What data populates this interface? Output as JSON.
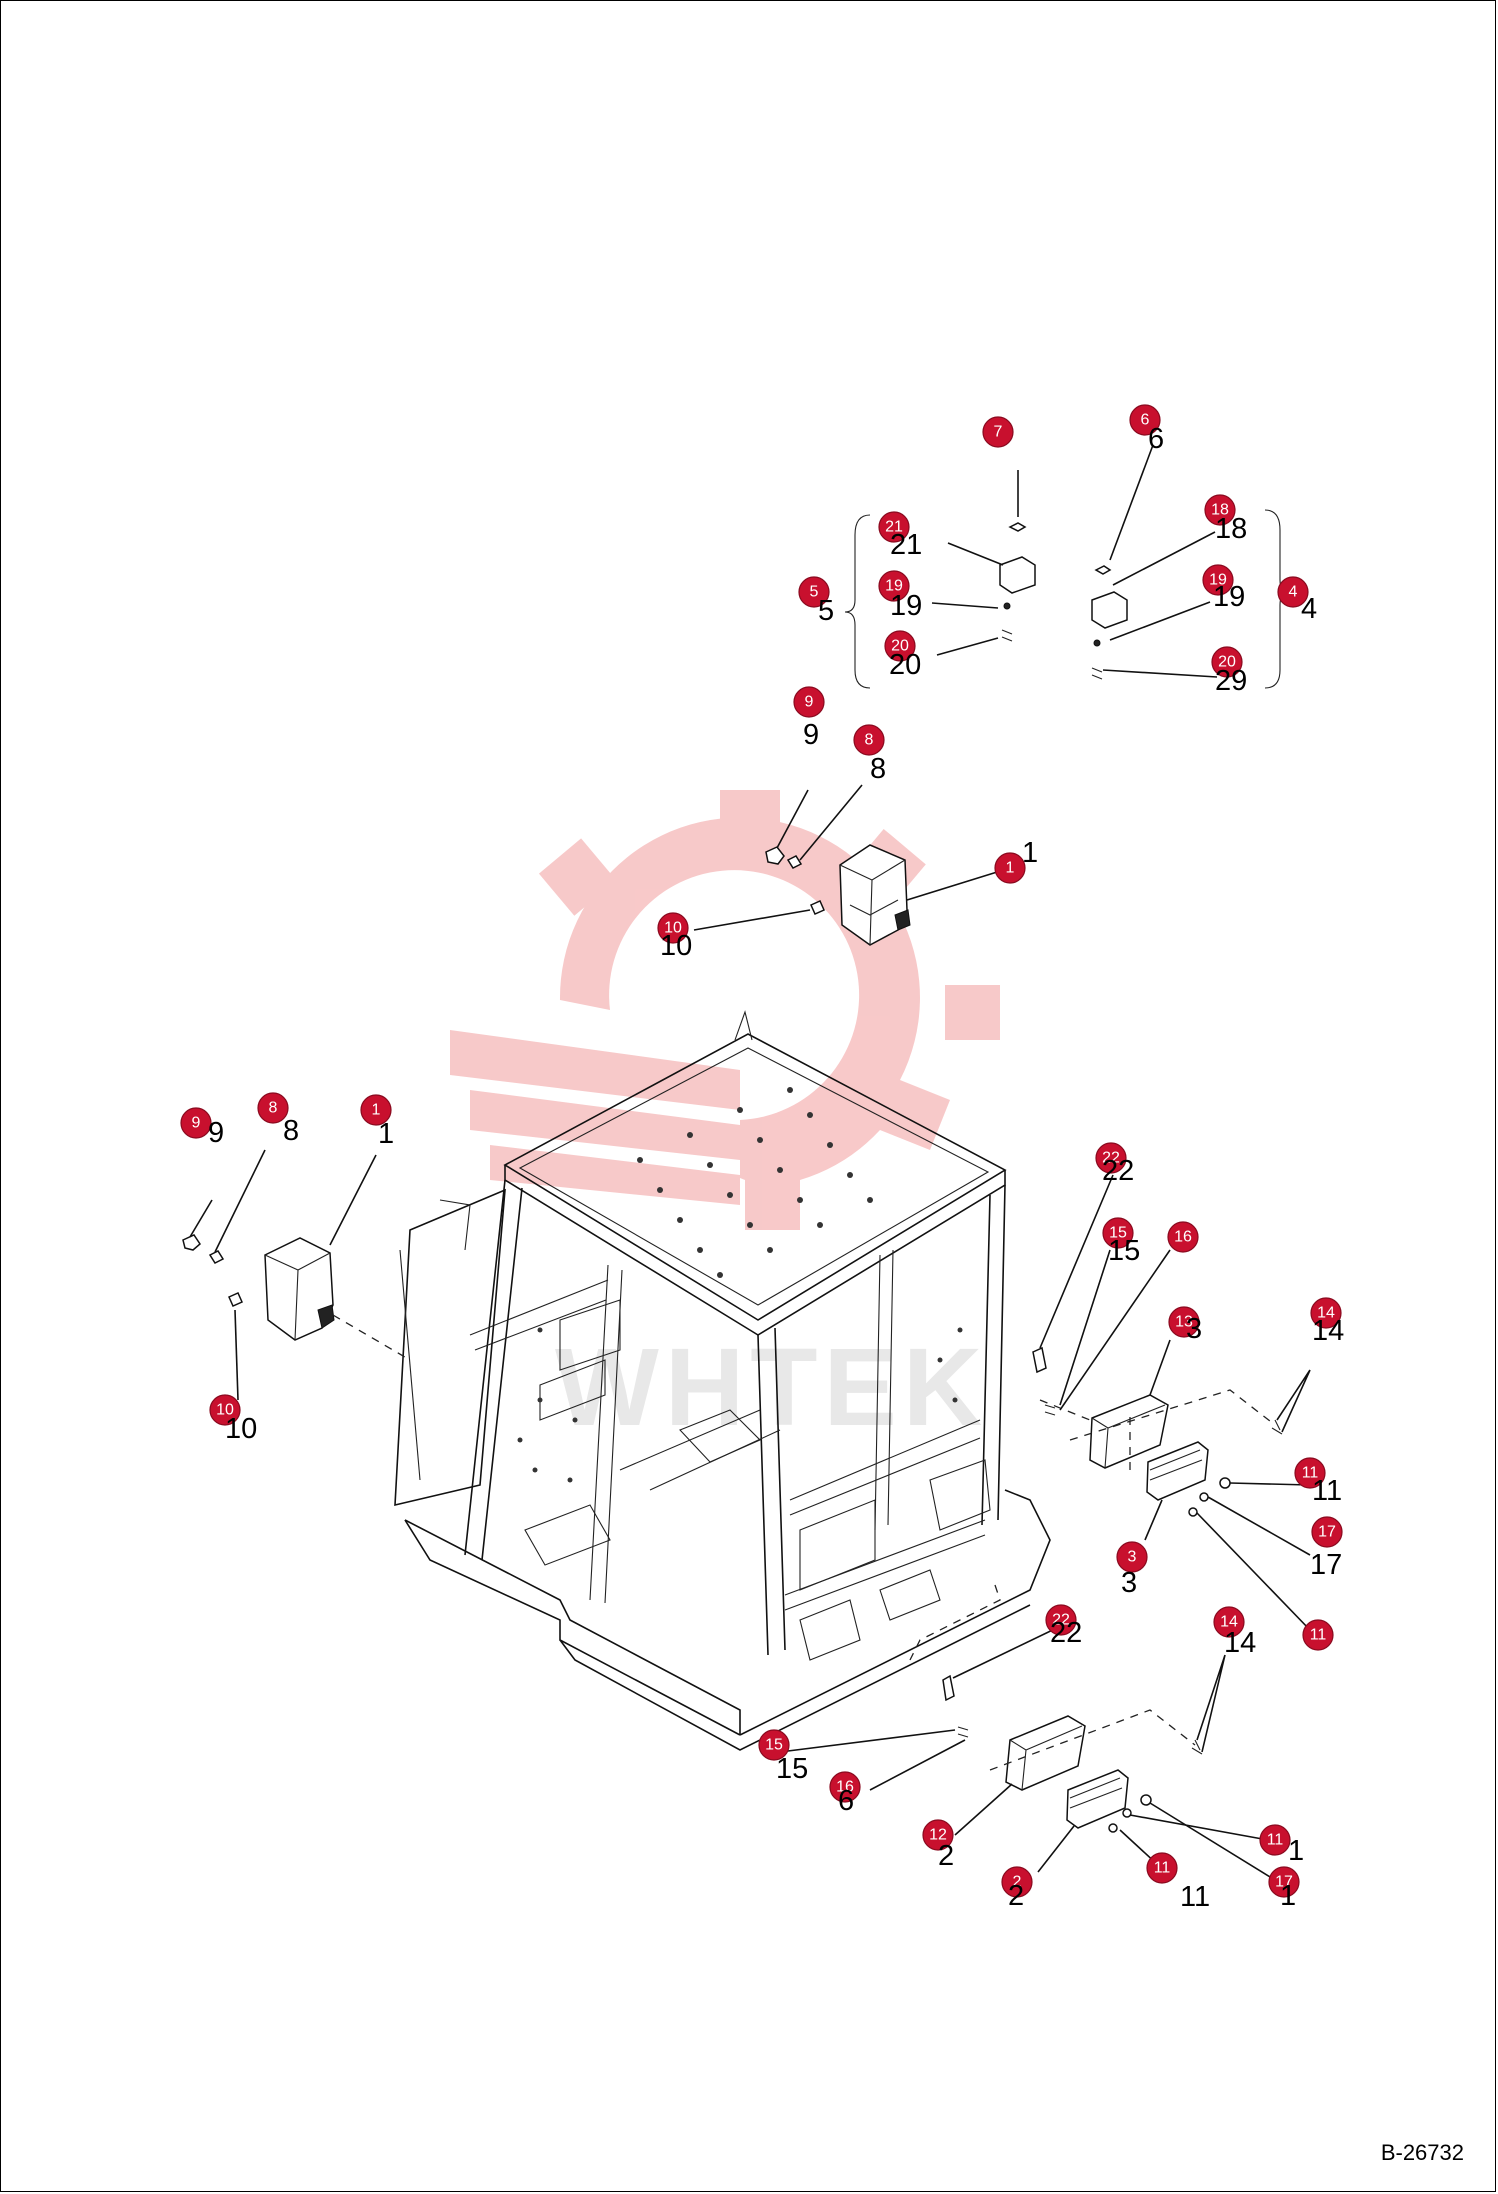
{
  "drawing_code": "B-26732",
  "watermark_text": "WHTEK",
  "colors": {
    "callout_fill": "#c8102e",
    "watermark": "#f5b7b7",
    "line": "#111111"
  },
  "callouts": [
    {
      "num": "1",
      "label": "1"
    },
    {
      "num": "1",
      "label": "1"
    },
    {
      "num": "2",
      "label": "2"
    },
    {
      "num": "3",
      "label": "3"
    },
    {
      "num": "4",
      "label": "4"
    },
    {
      "num": "5",
      "label": "5"
    },
    {
      "num": "6",
      "label": "6"
    },
    {
      "num": "7",
      "label": ""
    },
    {
      "num": "8",
      "label": "8"
    },
    {
      "num": "8",
      "label": "8"
    },
    {
      "num": "9",
      "label": "9"
    },
    {
      "num": "9",
      "label": "9"
    },
    {
      "num": "10",
      "label": "10"
    },
    {
      "num": "10",
      "label": "10"
    },
    {
      "num": "11",
      "label": "11"
    },
    {
      "num": "11",
      "label": ""
    },
    {
      "num": "11",
      "label": "1"
    },
    {
      "num": "11",
      "label": "11"
    },
    {
      "num": "12",
      "label": "2"
    },
    {
      "num": "13",
      "label": "3"
    },
    {
      "num": "14",
      "label": "14"
    },
    {
      "num": "14",
      "label": "14"
    },
    {
      "num": "15",
      "label": "15"
    },
    {
      "num": "15",
      "label": "15"
    },
    {
      "num": "16",
      "label": "6"
    },
    {
      "num": "16",
      "label": ""
    },
    {
      "num": "17",
      "label": "17"
    },
    {
      "num": "17",
      "label": "1"
    },
    {
      "num": "18",
      "label": "18"
    },
    {
      "num": "19",
      "label": "19"
    },
    {
      "num": "19",
      "label": "19"
    },
    {
      "num": "20",
      "label": "20"
    },
    {
      "num": "20",
      "label": "29"
    },
    {
      "num": "21",
      "label": "21"
    },
    {
      "num": "22",
      "label": "22"
    },
    {
      "num": "22",
      "label": "22"
    }
  ]
}
